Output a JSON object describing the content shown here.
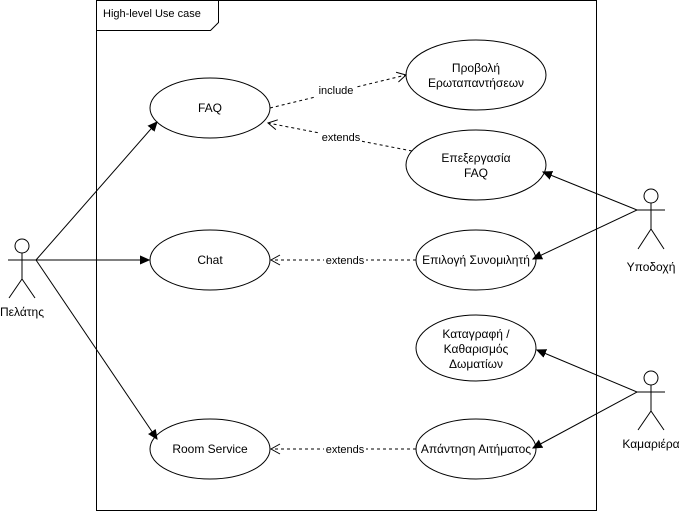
{
  "frame": {
    "title": "High-level Use case"
  },
  "actors": {
    "customer": "Πελάτης",
    "reception": "Υποδοχή",
    "maid": "Καμαριέρα"
  },
  "use_cases": {
    "faq": "FAQ",
    "chat": "Chat",
    "room_service": "Room Service",
    "view_faq": [
      "Προβολή",
      "Ερωταπαντήσεων"
    ],
    "edit_faq": [
      "Επεξεργασία",
      "FAQ"
    ],
    "select_contact": "Επιλογή Συνομιλητή",
    "room_log": [
      "Καταγραφή /",
      "Καθαρισμός",
      "Δωματίων"
    ],
    "request_reply": "Απάντηση Αιτήματος"
  },
  "relations": {
    "include": "include",
    "extends_faq": "extends",
    "extends_chat": "extends",
    "extends_room": "extends"
  },
  "colors": {
    "stroke": "#000000",
    "background": "#ffffff"
  }
}
